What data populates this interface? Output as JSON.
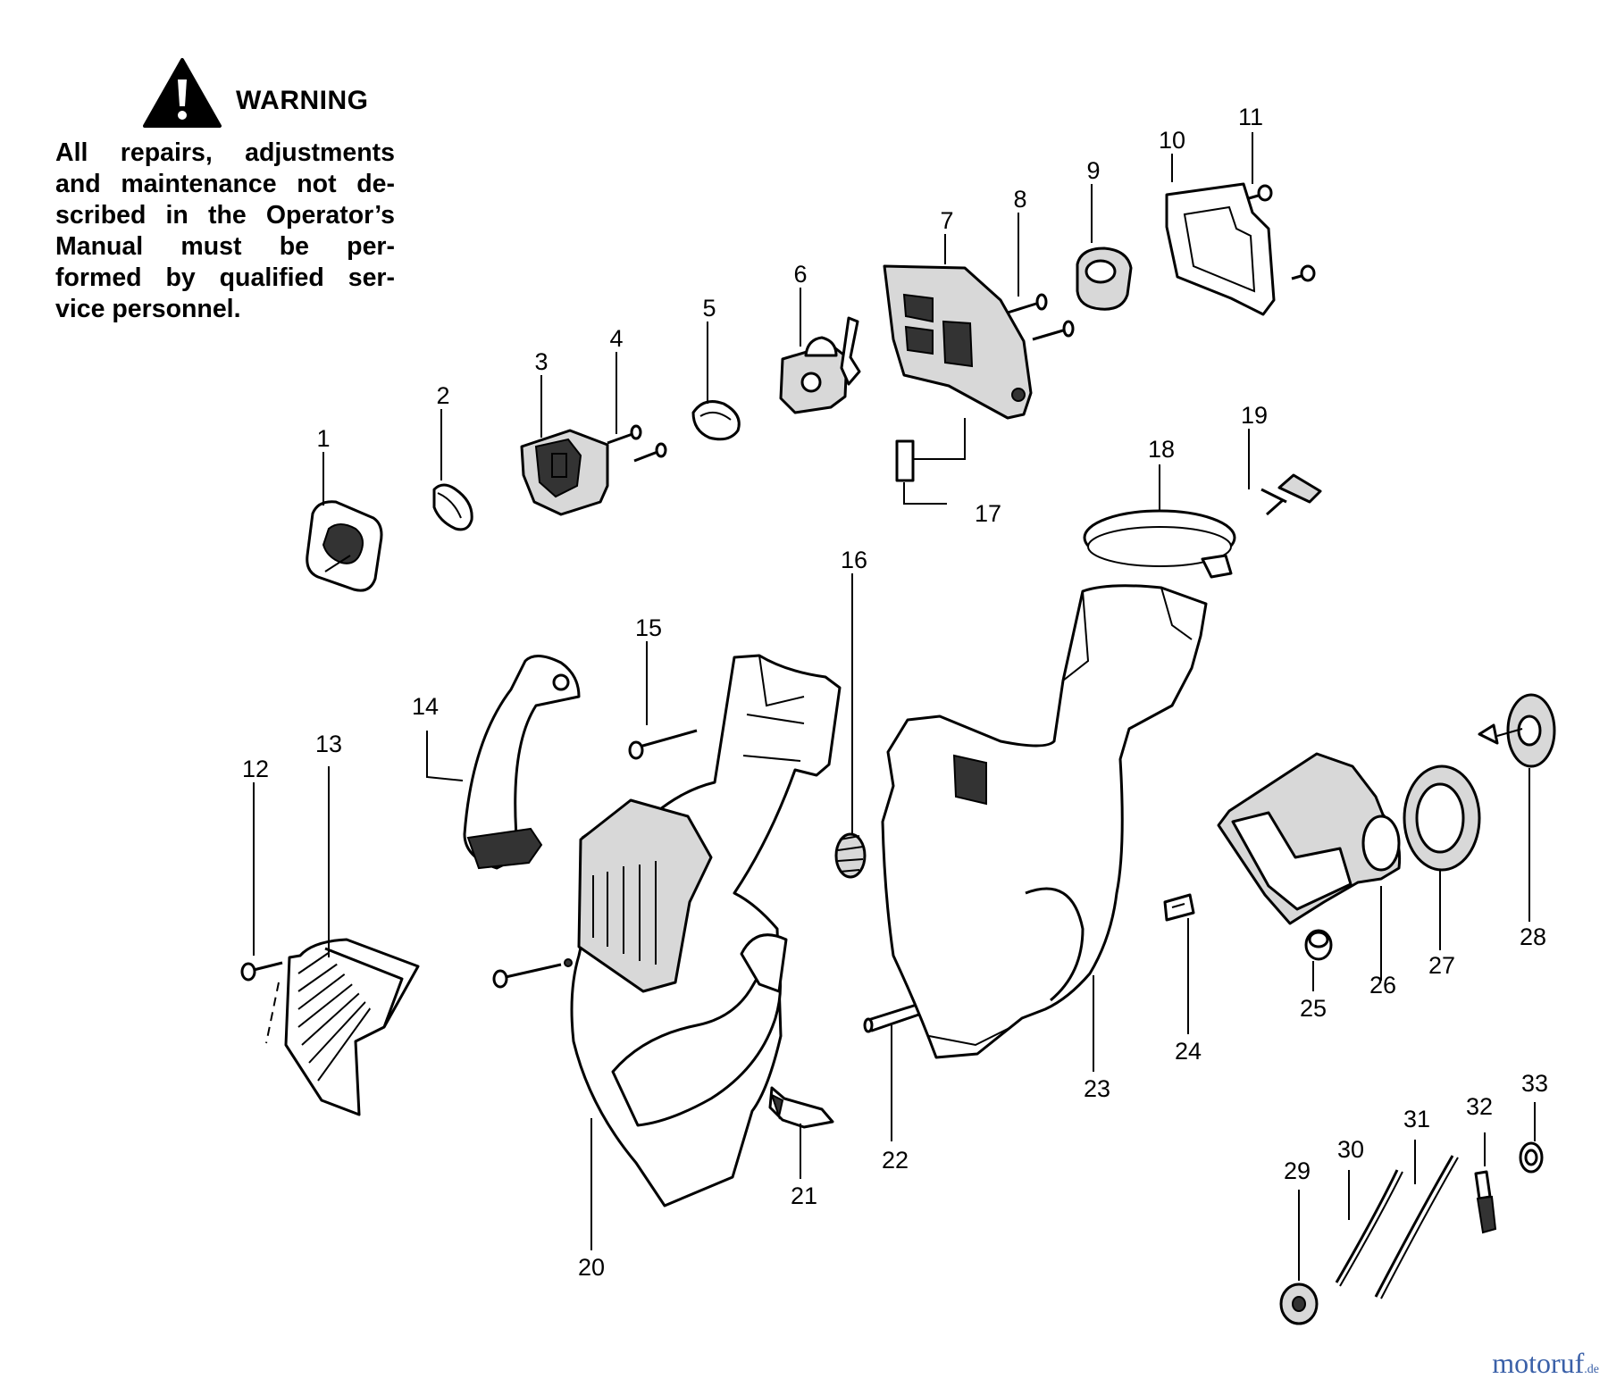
{
  "warning": {
    "title": "WARNING",
    "lines": [
      "All repairs, adjustments",
      "and maintenance not de-",
      "scribed in the Operator’s",
      "Manual must be per-",
      "formed by qualified ser-",
      "vice personnel."
    ]
  },
  "part_numbers": [
    "1",
    "2",
    "3",
    "4",
    "5",
    "6",
    "7",
    "8",
    "9",
    "10",
    "11",
    "12",
    "13",
    "14",
    "15",
    "16",
    "17",
    "18",
    "19",
    "20",
    "21",
    "22",
    "23",
    "24",
    "25",
    "26",
    "27",
    "28",
    "29",
    "30",
    "31",
    "32",
    "33"
  ],
  "watermark": {
    "text": "motoruf",
    "suffix": ".de"
  },
  "colors": {
    "ink": "#000000",
    "watermark": "#3a60a8"
  }
}
